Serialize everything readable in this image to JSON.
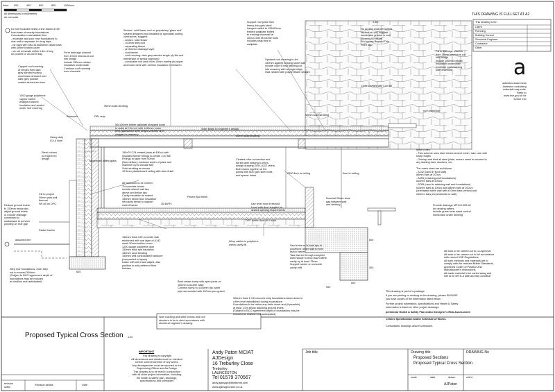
{
  "scale_bar": {
    "labels": [
      "0mm",
      "200",
      "400",
      "600",
      "800",
      "1000mm"
    ],
    "note": "all dimensions in millimetres\ndo not scale"
  },
  "sheet_title_top": "THIS DRAWING IS FULLSET AT A2",
  "drawing_is_for": {
    "heading": "This drawing is for:",
    "items": [
      "Client",
      "Planning",
      "Building Control",
      "Structural Engineer",
      "Contractor",
      "Other"
    ]
  },
  "logo": {
    "letter": "a",
    "text": "asbestos awareness\nAsbestos containing\nmaterials may exist.\nRefer to\nwww.hse.gov.uk for\nfurther info"
  },
  "notes": {
    "foundations": "Do not excavate below a line drawn at 45°\nfrom base of nearby foundations\nIf excavation unavoidable then:\n - excavate and pour new foundations to\n   rear wall in separate 1m long bays\n - be bays with 3No #16x800mm dowel bars\n   with 60mm bottom cover\n - do not excavate within 1.8m of any\n   un-poured or un-cured bay",
    "foam_channel": "Form drainage channel\nfrom 19mm tearoscos cut\ninto linings\ninclude 150mm celotex\ninsulation underneath\nContinue roof covering\nover channels",
    "capped_roof": "Capped roof covering\nat verges from dark\ngrey sanded roofing\nmembrane dressed over\ndark grey powder\ncoated aluminium trims",
    "vapour_barrier": "1000 gauge polythene\nvapour barrier\nwrapped around\ninsulation and sealed\nunder roof covering",
    "sedum_roof": "Sedum / wild flower roof on proprietary 'glass roof'\nsystem designed and installed by specialist roofing\ncontractors, suggest:\n - sedum / wild flower\n - 100mm deep soil\n - separating fleece\n - preformed drainage layer\n - root barrier\n - roof covering: dark grey sanded single ply flat roof\n   membrane or similar approved\n - composite roof deck from 10mm marine ply upper\n   and lower deck with 123mm insulation in between",
    "support_joists": "Support roof joists from\nheavy duty galv steel\nhangers nailed to 195x50mm\ntreated wallplate bolted\nto existing stonewall at\n400c/c with M10x250 bolts\nincludes strap ties to\nwallplate",
    "upstand": "Upstand roof covering to 4m\n150mm against existing stone wall\ninclude code 4 lead flashing cut\ninto masonry with wrought edge,\nlead, sealed with polyurethane sealant",
    "access_coat": "No access coat permanent\nsection of roof, suggest\nmembrane ground in roof\ncovering to ensure\n'No Access Beyond This\nPoint' sign",
    "dim_1_4m": "1.4m",
    "close_cavities": "Close cavities with Cavi 80",
    "form_drainage_right": "Form drainage channel\nfrom 19mm tearoscos cut\ninto linings\ninclude 150mm celotex\ninsulation underneath\nContinue roof covering\nover channels",
    "roof_projection": "roof projection",
    "steel_beam": "Steel beam to engineer's design",
    "solid_strutting_left": "50mm solid strutting",
    "solid_strutting_mid": "50mm solid strutting",
    "solid_strutting_right": "50mm solid strutting",
    "drl_strip": "DRL strip",
    "brickwork": "Brickwork",
    "heavy_duty": "Heavy duty\nIG L5 lintel",
    "timber_wallplate": "50x100mm timber wallplate strapped down\nto walls at 2.0m c/c with 1x30mm cross\nbent galvanised steel straps screwed and\nplugged to masonry",
    "joists": "195x75 C24 treated joists at 400c/c with\ninsulated timber firrings to create 1:40 fall\nFirrings to taper from 50mm\n(Non-delivery minimum depth of joists and\nmachine top to include fall)\nSolid strutting as shown\n12.5mm plasterboard ceiling with skim finish",
    "steel_column": "Steel column\nto engineer's\ndesign",
    "toughened_glazing": "Toughened safety glass",
    "all_brickwork": "All brickwork to be 100mm\n7N concrete blocks\ninclude a/steel wall ties\nabove and below dpc\nCavity insulation to extend\n150mm below floor insulation\nleft cavity below to support\nrodent barrier",
    "cleated_roller": "Cleated roller connection and\nfurred steel bearing to eng's\ndesign drawing GEH_8112 refers\nBolt beams together at the\npoints with M20 galv steel bolts\nand spacer tubes",
    "floor_to_ceiling_1": "2390 floor to ceiling",
    "floor_to_ceiling_2": "floor to ceiling",
    "dpc_note": "Use level door threshold\nLevel with door supplier for\nsealed opening requirements",
    "dpc_under_door": "DPC under door cill / track",
    "nominal_gap": "Nominal 20mm clear\ngap between wall\nand decking",
    "cill_note": "Cill to project\n30mm past wall\nthermal\nSN cill on DPC",
    "ground_levels": "Reduce ground levels\nto 150mm below dpc\nadjust ground levels\nor include drainage\nconnected to\nsoakaways to prevent\nponding on rear gap",
    "paved_floor": "Paved floor finish",
    "level_mark": "30.48FFL",
    "radon_barrier": "Radon barrier",
    "assumed_line": "assumed line",
    "slab": "150mm thick C20 concrete slab\nreinforced with one layer of A142\nmesh 50mm bottom cover\n1200 gauge polythene dpm\n150mm thick eps insulation\n150mm sand blinding\n150mm well consolidated hardcore\n(compacted in layers)\nLiaise with client and adjust, also\nposition to suit preferred floor\nfinishes",
    "wrap_cables": "Wrap cables in polythene\nwithin cavity fill",
    "brick_sewer": "Brick sewer bump with open joints on\n150mm concrete base\nConnect sump to 4100mm dia outlet\npipe surrounded with 100mm pea gravel",
    "seal_extra": "Seal extra on hi-load dpc to\npolythene under slab to form\nradon barrier\nTake barrier through complete\nwall include to drop down within\ncavity by at least 75mm\nSupport barrier on concrete\ncavity infill",
    "step_rear": "Step rear foundations, each step\nnot to exceed 300mm\n(Subject to BCO agreement depth of\nfoundations may be reduced\nas shallow rock anticipated)",
    "foundation_strip": "300mm thick 1:3:6 concrete strip foundations taken down to\na firm level established during excavations\nFoundations to be below any drain invert and (if possible)\nat least 1.0m below adjoining ground levels\n(Subject to BCO agreement depth of foundations may be\nreduced as shallow rock anticipated)",
    "side_cracking": "Side cracking and steel beams and roof\nstructure to be in strict accordance with\nstructural engineer's drawing",
    "dim_625": "625",
    "dim_900": "900",
    "dim_500": "500",
    "dim_300": "300",
    "dim_600": "600",
    "mesh_note": "Mesh notes:\n - This scheme uses steel reinforcement mesh, take care with\n   sharp edges\n - Overlap and bind all steel joints; ensure mesh is secured to\n   any starting bars, stockers, etc.\n\nThe mesh sizes are as follows:\n - A142 (used in floor slab)\n   #6mm bars at 200c/c\n - A393 (retaining wall foundations)\n   #10mm bars at 200c/c\n - B785 (used in retaining wall and foundations)\n   #10mm bars at 100c/c and #8mm bars at 200c/c\n   (orientated within wall with #10mm bars vertical and\n   #10mm bars perpendicular to wall)",
    "drainage_note": "Provide drainage MP14 1905-40\nfor decking rafters\nInclude gravel over weed control\nmembrane under decking",
    "general_note": "All work to be carried out to LA Approval\nAll work to be carried out in full accordance\nwith current HSE Regulations\nAll work methods and materials are to\ncomply with the relevant British Standards,\nApproved Codes of Practice and\nManufacturer's Instructions\nAll waste material to be carted away and\nsite to be left in a safe and tidy condition"
  },
  "package_notes": {
    "line1": "This drawing is part of a package.",
    "line2": "If you are printing or working to this drawing, please ENSURE\nyou have copies of the information listed below.",
    "line3": "Further project information, specifications and Health & Safety\ninformation is listed on other project drawings:",
    "line4": "preliminar Health & Safety Plan and/or Designer's Risk Assessment",
    "line5": "Celotex Specification and/or Schedule of Works.",
    "line6": "Consultants' drawings and/or schedules."
  },
  "section_title": "Proposed Typical Cross Section",
  "section_scale": "1:20",
  "important": {
    "heading": "IMPORTANT",
    "body": "This drawing is copyright\nAll dimensions and details must be checked\nbefore commencement of any works\nAny discrepancies must be reported to the\nSupervising Officer and Aa Design\nThis drawing is to be read in conjunction\nwith all other project information, including\nthe health & safety plan, drawings,\nspecifications and schedules"
  },
  "revision": {
    "col1": "revision\nsuffix",
    "col2": "Revision details",
    "col3": "Date"
  },
  "company": {
    "name": "Andy Paton MCIAT",
    "firm": "AJDesign",
    "street": "16 Treburley Close",
    "area": "Treburley",
    "town": "LAUNCESTON",
    "tel": "Tel 01579 370567",
    "email": "andy.ajdesign@btinternet.com",
    "web": "www.ajdesignonline.co.uk"
  },
  "job_title_label": "Job title",
  "drawing_title": {
    "label": "Drawing title",
    "line1": "Proposed Sections",
    "line2": "Proposed Typical Cross Section"
  },
  "drawing_no_label": "DRAWING No",
  "footer_cells": {
    "scale": "scale",
    "date": "date",
    "drawn": "drawn",
    "chkd": "chk'd",
    "drawn_value": "AJPaton"
  },
  "colors": {
    "line": "#222222",
    "hatch": "#777777",
    "paper": "#ffffff"
  }
}
